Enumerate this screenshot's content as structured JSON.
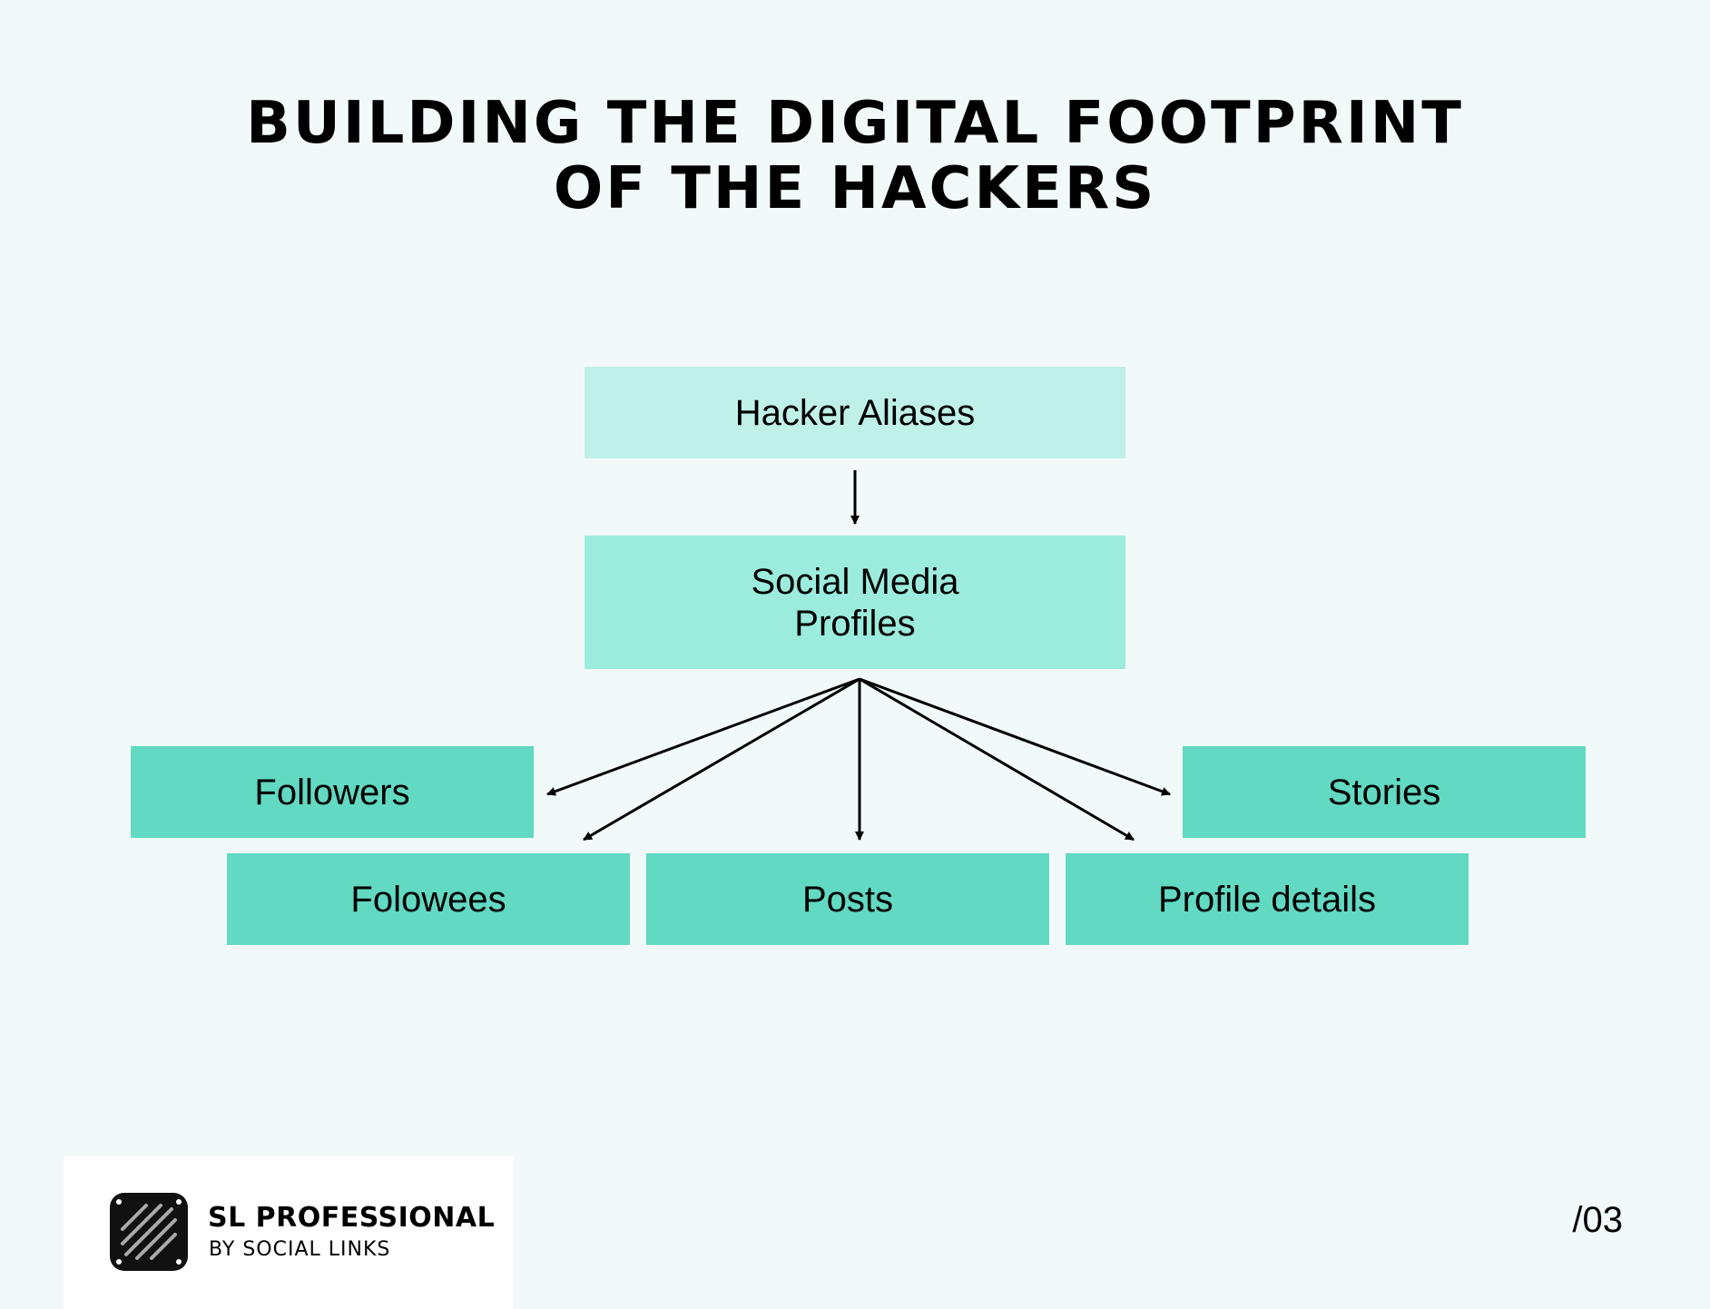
{
  "title": {
    "line1": "BUILDING THE DIGITAL FOOTPRINT",
    "line2": "OF THE HACKERS"
  },
  "nodes": {
    "aliases": "Hacker Aliases",
    "profiles": "Social Media\nProfiles",
    "followers": "Followers",
    "stories": "Stories",
    "folowees": "Folowees",
    "posts": "Posts",
    "details": "Profile details"
  },
  "colors": {
    "background": "#f1faf8",
    "level1": "#bff1e8",
    "level2": "#9cecdd",
    "level3": "#62d9c2"
  },
  "brand": {
    "name": "SL PROFESSIONAL",
    "subtitle": "BY SOCIAL LINKS",
    "logo_icon": "diagonal-stripes-icon"
  },
  "page_number": "/03"
}
